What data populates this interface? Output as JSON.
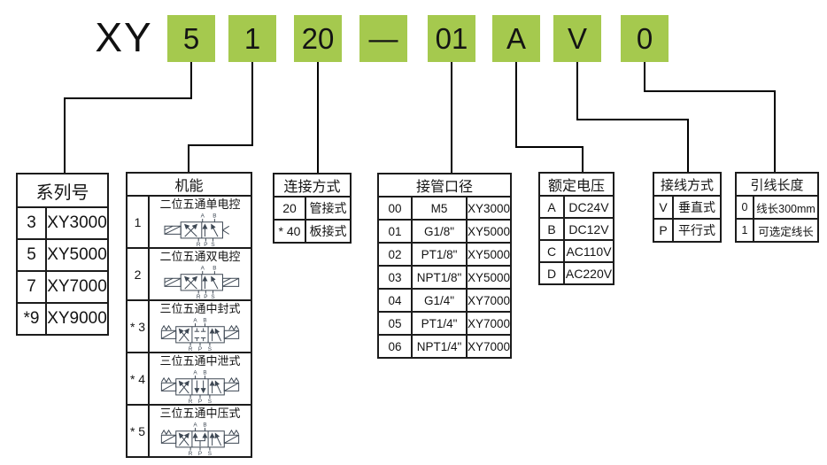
{
  "model": {
    "prefix": "XY",
    "segments": [
      {
        "code": "5"
      },
      {
        "code": "1"
      },
      {
        "code": "20"
      },
      {
        "code": "—"
      },
      {
        "code": "01"
      },
      {
        "code": "A"
      },
      {
        "code": "V"
      },
      {
        "code": "0"
      }
    ]
  },
  "colors": {
    "segment_bg": "#a5c94e",
    "connector_line": "#000000",
    "valve_stroke": "#3e4854"
  },
  "valve_labels": {
    "a": "A",
    "b": "B",
    "r": "R",
    "p": "P",
    "s": "S"
  },
  "tables": {
    "series": {
      "title": "系列号",
      "rows": [
        {
          "code": "3",
          "value": "XY3000"
        },
        {
          "code": "5",
          "value": "XY5000"
        },
        {
          "code": "7",
          "value": "XY7000"
        },
        {
          "code": "*9",
          "value": "XY9000"
        }
      ]
    },
    "function": {
      "title": "机能",
      "rows": [
        {
          "code": "1",
          "value": "二位五通单电控",
          "symbol": "5/2-single-solenoid"
        },
        {
          "code": "2",
          "value": "二位五通双电控",
          "symbol": "5/2-double-solenoid"
        },
        {
          "code": "* 3",
          "value": "三位五通中封式",
          "symbol": "5/3-closed-center"
        },
        {
          "code": "* 4",
          "value": "三位五通中泄式",
          "symbol": "5/3-exhaust-center"
        },
        {
          "code": "* 5",
          "value": "三位五通中压式",
          "symbol": "5/3-pressure-center"
        }
      ]
    },
    "connection": {
      "title": "连接方式",
      "rows": [
        {
          "code": "20",
          "value": "管接式"
        },
        {
          "code": "* 40",
          "value": "板接式"
        }
      ]
    },
    "port_size": {
      "title": "接管口径",
      "rows": [
        {
          "code": "00",
          "value": "M5",
          "series": "XY3000"
        },
        {
          "code": "01",
          "value": "G1/8\"",
          "series": "XY5000"
        },
        {
          "code": "02",
          "value": "PT1/8\"",
          "series": "XY5000"
        },
        {
          "code": "03",
          "value": "NPT1/8\"",
          "series": "XY5000"
        },
        {
          "code": "04",
          "value": "G1/4\"",
          "series": "XY7000"
        },
        {
          "code": "05",
          "value": "PT1/4\"",
          "series": "XY7000"
        },
        {
          "code": "06",
          "value": "NPT1/4\"",
          "series": "XY7000"
        }
      ]
    },
    "voltage": {
      "title": "额定电压",
      "rows": [
        {
          "code": "A",
          "value": "DC24V"
        },
        {
          "code": "B",
          "value": "DC12V"
        },
        {
          "code": "C",
          "value": "AC110V"
        },
        {
          "code": "D",
          "value": "AC220V"
        }
      ]
    },
    "wiring": {
      "title": "接线方式",
      "rows": [
        {
          "code": "V",
          "value": "垂直式"
        },
        {
          "code": "P",
          "value": "平行式"
        }
      ]
    },
    "lead_length": {
      "title": "引线长度",
      "rows": [
        {
          "code": "0",
          "value": "线长300mm"
        },
        {
          "code": "1",
          "value": "可选定线长"
        }
      ]
    }
  }
}
